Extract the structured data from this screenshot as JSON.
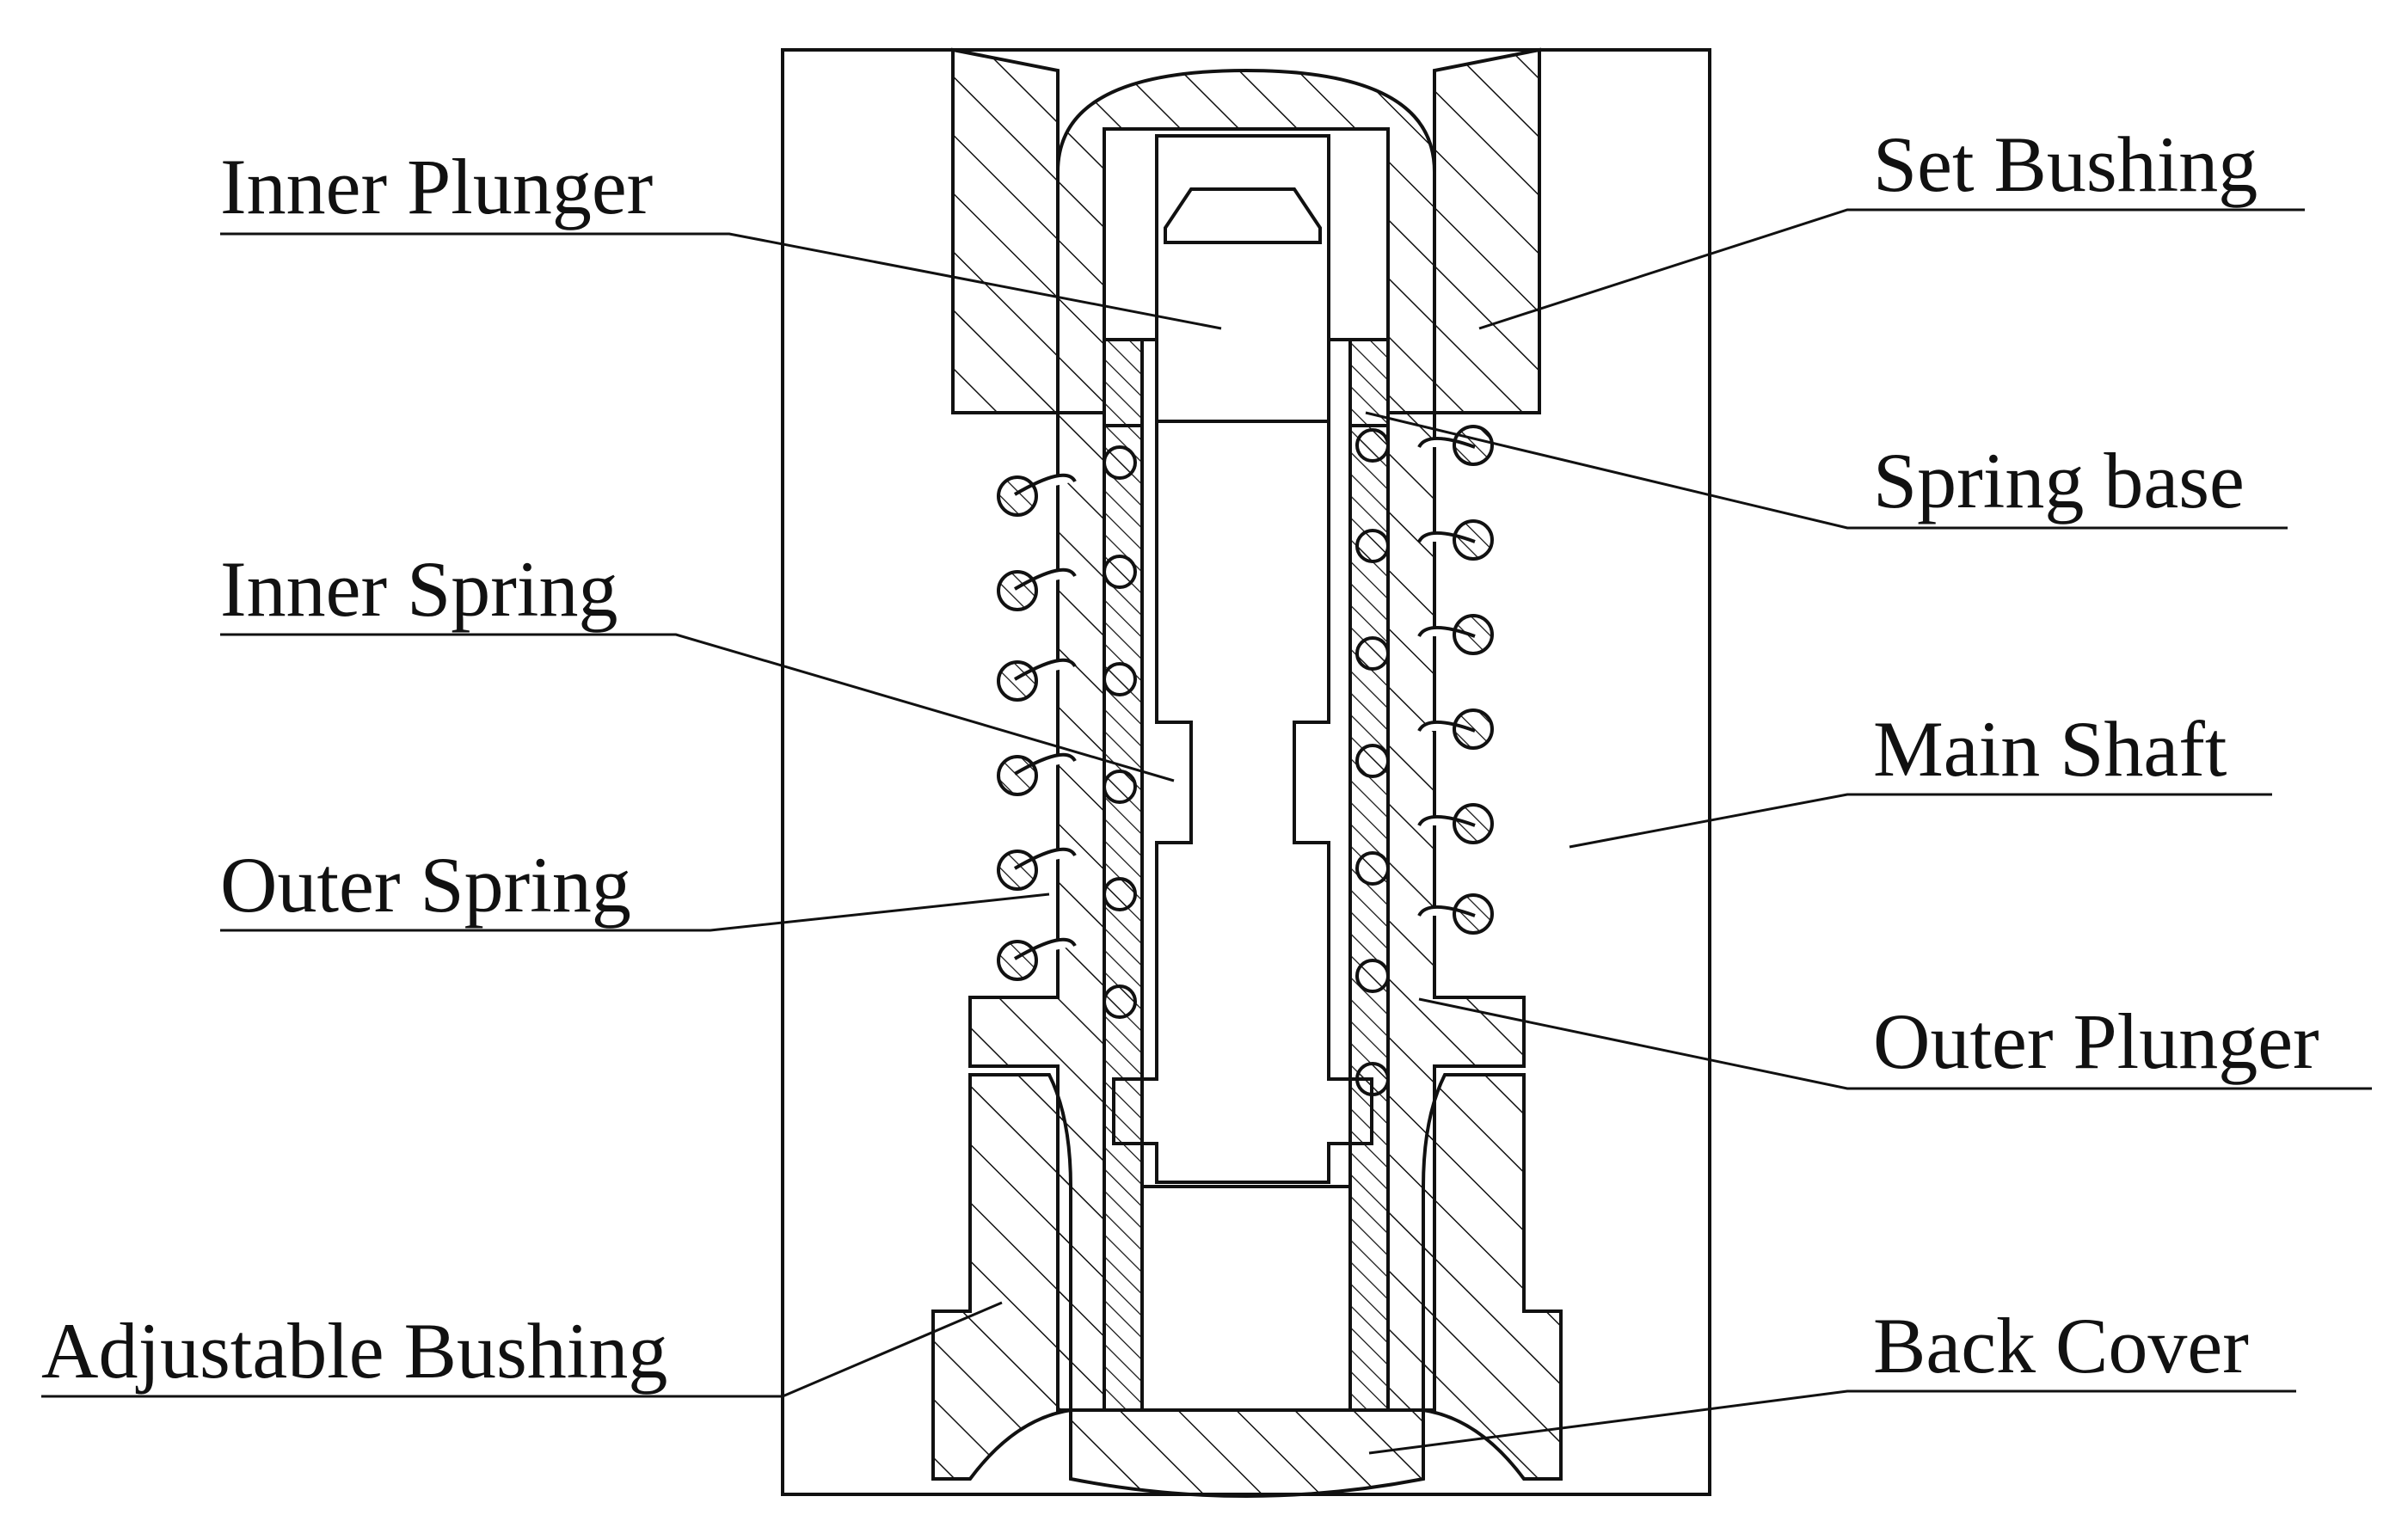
{
  "labels": {
    "inner_plunger": "Inner Plunger",
    "inner_spring": "Inner Spring",
    "outer_spring": "Outer Spring",
    "adjustable_bushing": "Adjustable Bushing",
    "set_bushing": "Set Bushing",
    "spring_base": "Spring base",
    "main_shaft": "Main Shaft",
    "outer_plunger": "Outer Plunger",
    "back_cover": "Back Cover"
  },
  "colors": {
    "line": "#111111",
    "background": "#ffffff"
  }
}
